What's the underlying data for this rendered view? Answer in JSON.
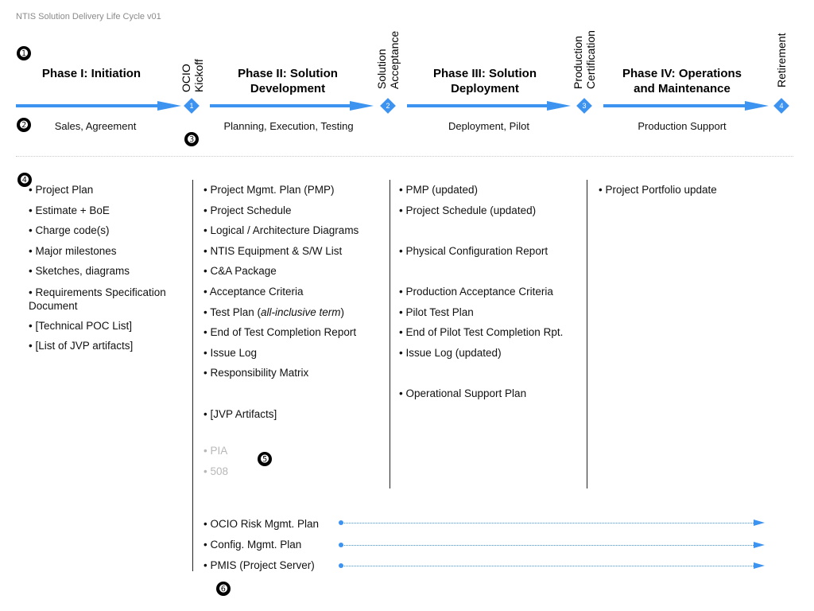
{
  "doc_title": "NTIS Solution Delivery Life Cycle v01",
  "callouts": [
    "➊",
    "➋",
    "➌",
    "➍",
    "➎",
    "➏"
  ],
  "accent_color": "#3d93f0",
  "phases": [
    {
      "title_line1": "Phase I: Initiation",
      "title_line2": "",
      "subtitle": "Sales, Agreement"
    },
    {
      "title_line1": "Phase II: Solution",
      "title_line2": "Development",
      "subtitle": "Planning, Execution, Testing"
    },
    {
      "title_line1": "Phase III: Solution",
      "title_line2": "Deployment",
      "subtitle": "Deployment, Pilot"
    },
    {
      "title_line1": "Phase IV: Operations",
      "title_line2": "and Maintenance",
      "subtitle": "Production Support"
    }
  ],
  "milestones": [
    {
      "number": "1",
      "label_line1": "OCIO",
      "label_line2": "Kickoff"
    },
    {
      "number": "2",
      "label_line1": "Solution",
      "label_line2": "Acceptance"
    },
    {
      "number": "3",
      "label_line1": "Production",
      "label_line2": "Certification"
    },
    {
      "number": "4",
      "label_line1": "Retirement",
      "label_line2": ""
    }
  ],
  "columns": {
    "phase1": [
      "• Project Plan",
      "• Estimate + BoE",
      "• Charge code(s)",
      "• Major milestones",
      "• Sketches, diagrams",
      "• Requirements Specification Document",
      "• [Technical POC List]",
      "• [List of JVP artifacts]"
    ],
    "phase2": [
      "• Project Mgmt. Plan (PMP)",
      "• Project Schedule",
      "• Logical / Architecture Diagrams",
      "• NTIS Equipment & S/W List",
      "• C&A Package",
      "• Acceptance Criteria",
      {
        "prefix": "• Test Plan (",
        "italic": "all-inclusive term",
        "suffix": ")"
      },
      "• End of Test Completion Report",
      "• Issue Log",
      "• Responsibility Matrix",
      "• [JVP Artifacts]"
    ],
    "phase2_grey": [
      "• PIA",
      "• 508"
    ],
    "phase3": [
      "• PMP (updated)",
      "• Project Schedule (updated)",
      "• Physical Configuration Report",
      "• Production Acceptance Criteria",
      "• Pilot Test Plan",
      "• End of Pilot Test Completion Rpt.",
      "• Issue Log (updated)",
      "• Operational Support Plan"
    ],
    "phase4": [
      "• Project Portfolio update"
    ],
    "ongoing": [
      "• OCIO Risk Mgmt. Plan",
      "• Config. Mgmt. Plan",
      "• PMIS (Project Server)"
    ]
  }
}
